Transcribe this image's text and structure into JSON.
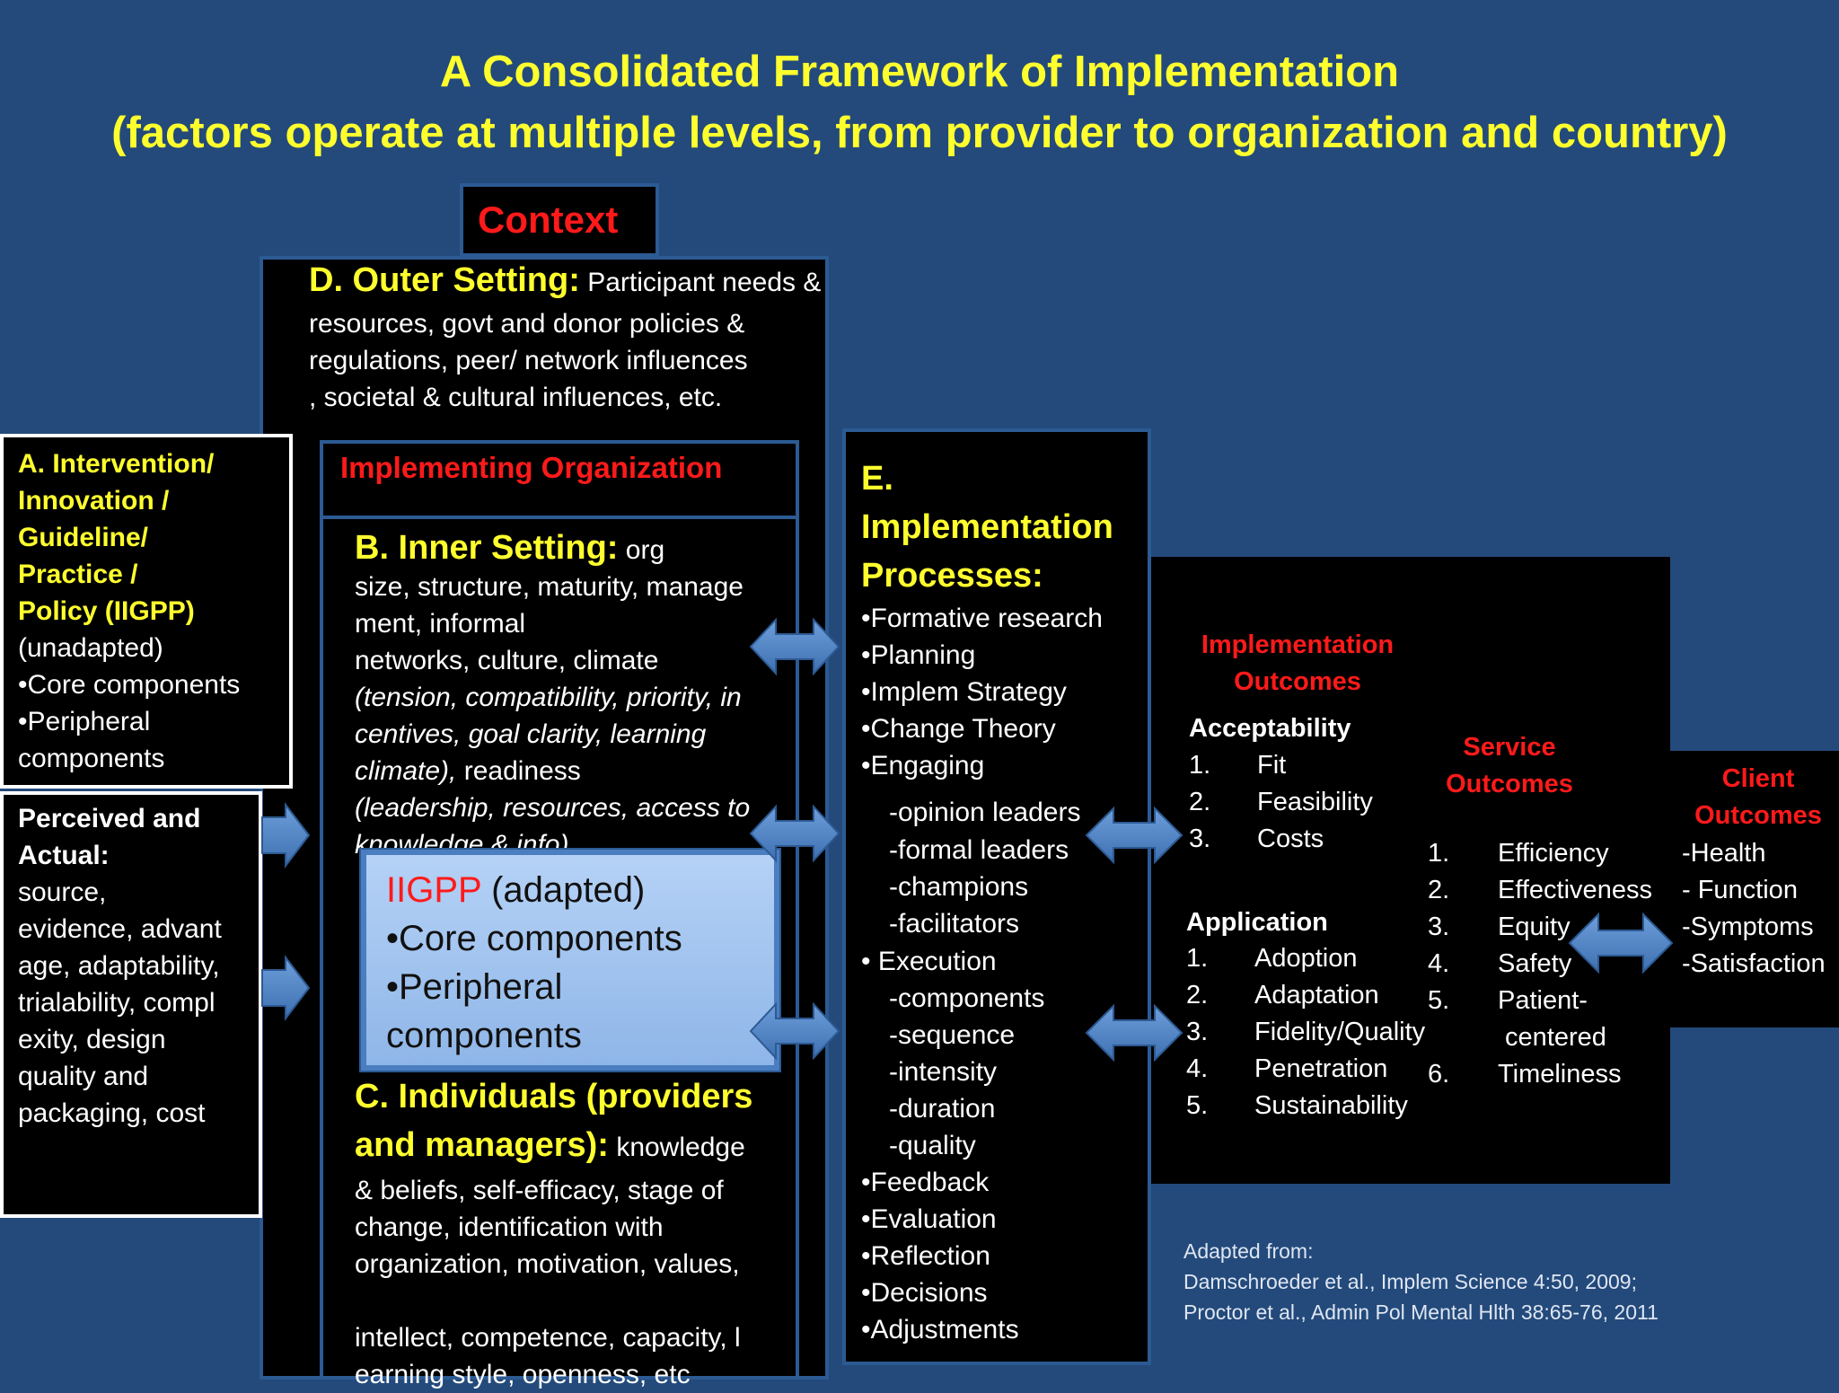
{
  "title": {
    "line1": "A Consolidated Framework of Implementation",
    "line2": "(factors operate at multiple levels, from provider to organization and country)"
  },
  "context": "Context",
  "outer": {
    "heading": "D. Outer Setting:",
    "lines": [
      "Participant needs &",
      "resources,  govt and donor policies &",
      "regulations, peer/ network influences",
      ", societal & cultural influences, etc."
    ]
  },
  "intervention": {
    "heading_lines": [
      "A. Intervention/",
      "Innovation /",
      "Guideline/",
      "Practice /",
      "Policy (IIGPP)"
    ],
    "lines": [
      "(unadapted)",
      "•Core components",
      "•Peripheral",
      "components"
    ]
  },
  "perceived": {
    "heading_lines": [
      "Perceived and",
      "Actual:"
    ],
    "lines": [
      "source,",
      "evidence, advant",
      "age, adaptability,",
      "trialability, compl",
      "exity,  design",
      "quality and",
      "packaging, cost"
    ]
  },
  "org": {
    "label": "Implementing Organization"
  },
  "inner": {
    "heading": "B. Inner Setting:",
    "first": "org",
    "lines": [
      "size, structure, maturity, manage",
      "ment, informal",
      "networks, culture, climate"
    ],
    "italic_lines": [
      "(tension, compatibility, priority, in",
      "centives, goal clarity, learning",
      "climate),"
    ],
    "after_italic": "readiness",
    "italic_lines2": [
      "(leadership, resources, access to",
      "knowledge & info)"
    ]
  },
  "iigpp_adapted": {
    "red": "IIGPP",
    "rest": "(adapted)",
    "lines": [
      "•Core components",
      "•Peripheral",
      "components"
    ]
  },
  "individuals": {
    "heading_lines": [
      "C. Individuals (providers",
      "and managers):"
    ],
    "first": "knowledge",
    "lines": [
      "& beliefs, self-efficacy, stage of",
      "change, identification with",
      "organization, motivation, values,",
      "",
      "intellect, competence, capacity, l",
      "earning style, openness, etc"
    ]
  },
  "processes": {
    "heading_lines": [
      "E.",
      "Implementation",
      "Processes:"
    ],
    "items": [
      "•Formative research",
      "•Planning",
      "•Implem Strategy",
      "•Change Theory",
      "•Engaging"
    ],
    "engaging_sub": [
      "-opinion leaders",
      "-formal leaders",
      "-champions",
      "-facilitators"
    ],
    "execution": "• Execution",
    "execution_sub": [
      "-components",
      "-sequence",
      "-intensity",
      "-duration",
      "-quality"
    ],
    "tail": [
      "•Feedback",
      "•Evaluation",
      "•Reflection",
      "•Decisions",
      "•Adjustments"
    ]
  },
  "impl_outcomes": {
    "heading_lines": [
      "Implementation",
      "Outcomes"
    ],
    "acceptability": "Acceptability",
    "acceptability_items": [
      [
        "1.",
        "Fit"
      ],
      [
        "2.",
        "Feasibility"
      ],
      [
        "3.",
        "Costs"
      ]
    ],
    "application": "Application",
    "application_items": [
      [
        "1.",
        "Adoption"
      ],
      [
        "2.",
        "Adaptation"
      ],
      [
        "3.",
        "Fidelity/Quality"
      ],
      [
        "4.",
        "Penetration"
      ],
      [
        "5.",
        "Sustainability"
      ]
    ]
  },
  "service_outcomes": {
    "heading_lines": [
      "Service",
      "Outcomes"
    ],
    "items": [
      [
        "1.",
        "Efficiency"
      ],
      [
        "2.",
        "Effectiveness"
      ],
      [
        "3.",
        "Equity"
      ],
      [
        "4.",
        "Safety"
      ],
      [
        "5.",
        "Patient-"
      ],
      [
        "",
        " centered"
      ],
      [
        "6.",
        "Timeliness"
      ]
    ]
  },
  "client_outcomes": {
    "heading_lines": [
      "Client",
      "Outcomes"
    ],
    "items": [
      "-Health",
      "- Function",
      "-Symptoms",
      "-Satisfaction"
    ]
  },
  "footer": {
    "lines": [
      "Adapted from:",
      "Damschroeder et al., Implem Science 4:50, 2009;",
      "Proctor et al., Admin Pol Mental Hlth 38:65-76, 2011"
    ]
  },
  "colors": {
    "background": "#234a7b",
    "title": "#ffff2e",
    "emphasis_red": "#ff1a1a",
    "arrow": "#4a7ec0",
    "adapted_box": "#9cc0ee"
  }
}
